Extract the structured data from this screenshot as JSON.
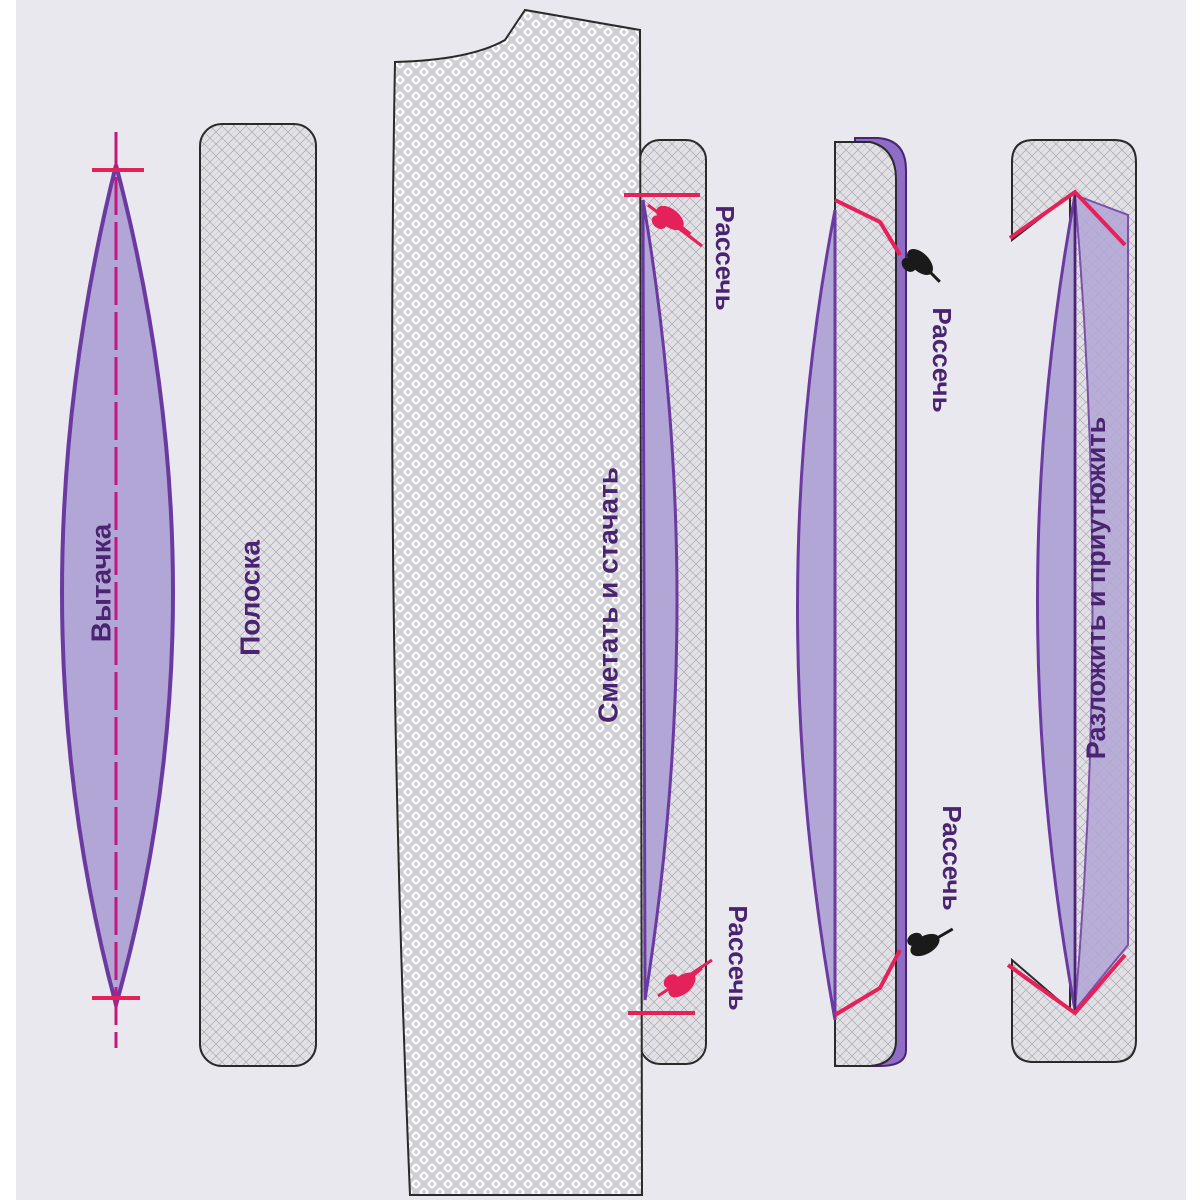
{
  "labels": {
    "dart": "Вытачка",
    "strip": "Полоска",
    "baste_and_stitch": "Сметать и стачать",
    "cut": "Рассечь",
    "press_open": "Разложить и приутюжить"
  },
  "colors": {
    "background": "#ffffff",
    "canvas": "#e9e8ee",
    "fabric": "#dcdbe0",
    "dart_fill": "#b2a6d6",
    "dart_outline": "#6b3aa0",
    "stitch_red": "#e5215a",
    "center_line": "#c2187a",
    "label_text": "#4a2470",
    "scissors": "#1a1a1a"
  },
  "icons": [
    "scissors-icon"
  ]
}
